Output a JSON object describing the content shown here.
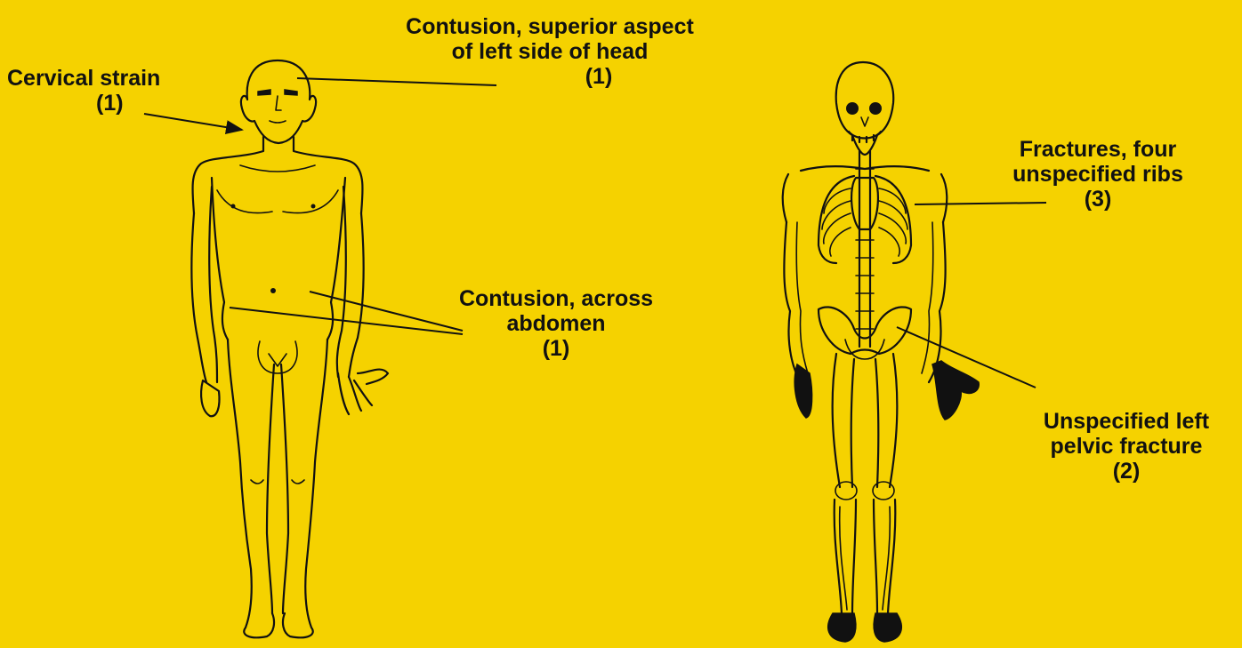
{
  "annotations": {
    "cervical": {
      "line1": "Cervical strain",
      "line2": "(1)"
    },
    "head": {
      "line1": "Contusion, superior aspect",
      "line2": "of left side of head",
      "line3": "(1)"
    },
    "abdomen": {
      "line1": "Contusion, across",
      "line2": "abdomen",
      "line3": "(1)"
    },
    "ribs": {
      "line1": "Fractures, four",
      "line2": "unspecified ribs",
      "line3": "(3)"
    },
    "pelvis": {
      "line1": "Unspecified left",
      "line2": "pelvic fracture",
      "line3": "(2)"
    }
  },
  "colors": {
    "background": "#F5D200",
    "ink": "#111111"
  }
}
